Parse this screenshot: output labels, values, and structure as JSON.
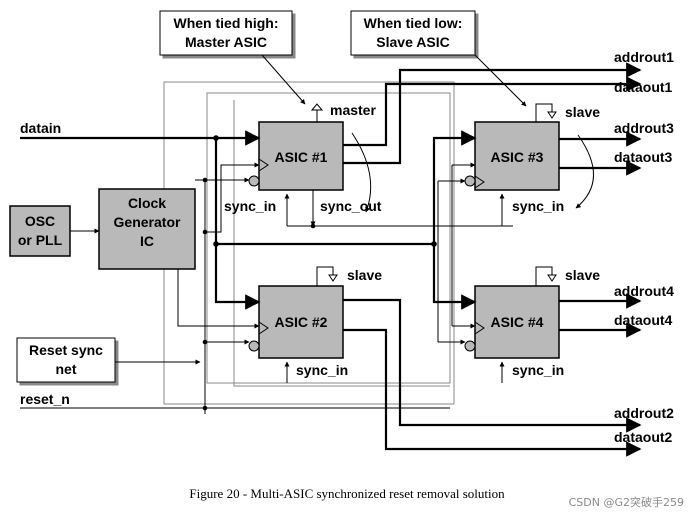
{
  "callouts": {
    "tied_high": [
      "When tied high:",
      "Master ASIC"
    ],
    "tied_low": [
      "When tied low:",
      "Slave ASIC"
    ]
  },
  "blocks": {
    "osc": [
      "OSC",
      "or PLL"
    ],
    "clock_gen": [
      "Clock",
      "Generator",
      "IC"
    ],
    "reset_sync": [
      "Reset sync",
      "net"
    ],
    "asic1": "ASIC #1",
    "asic2": "ASIC #2",
    "asic3": "ASIC #3",
    "asic4": "ASIC #4"
  },
  "pins": {
    "master": "master",
    "slave": "slave",
    "sync_in": "sync_in",
    "sync_out": "sync_out"
  },
  "signals": {
    "datain": "datain",
    "reset_n": "reset_n",
    "addrout1": "addrout1",
    "dataout1": "dataout1",
    "addrout3": "addrout3",
    "dataout3": "dataout3",
    "addrout4": "addrout4",
    "dataout4": "dataout4",
    "addrout2": "addrout2",
    "dataout2": "dataout2"
  },
  "caption": "Figure 20 - Multi-ASIC synchronized reset removal solution",
  "watermark": "CSDN @G2突破手259"
}
